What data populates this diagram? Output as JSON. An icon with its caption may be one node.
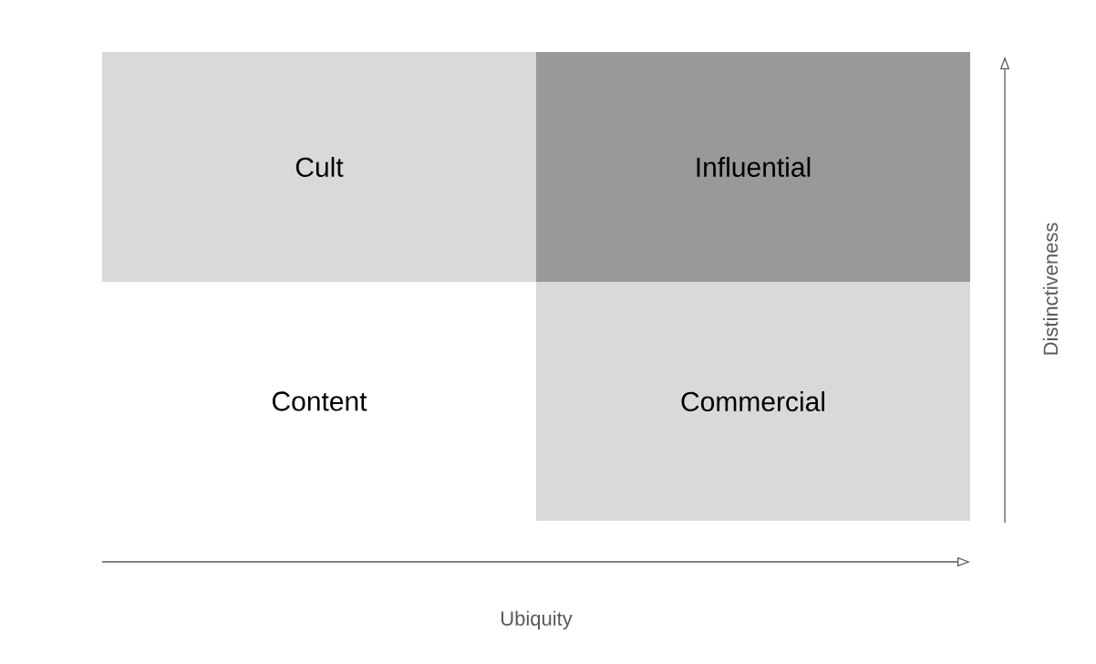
{
  "diagram": {
    "nodes": [
      {
        "text": [
          "Cult"
        ]
      },
      {
        "text": [
          "Influential"
        ]
      },
      {
        "text": [
          "Content"
        ]
      },
      {
        "text": [
          "Commercial"
        ]
      }
    ],
    "labels": [
      "Ubiquity",
      "Distinctiveness"
    ]
  }
}
